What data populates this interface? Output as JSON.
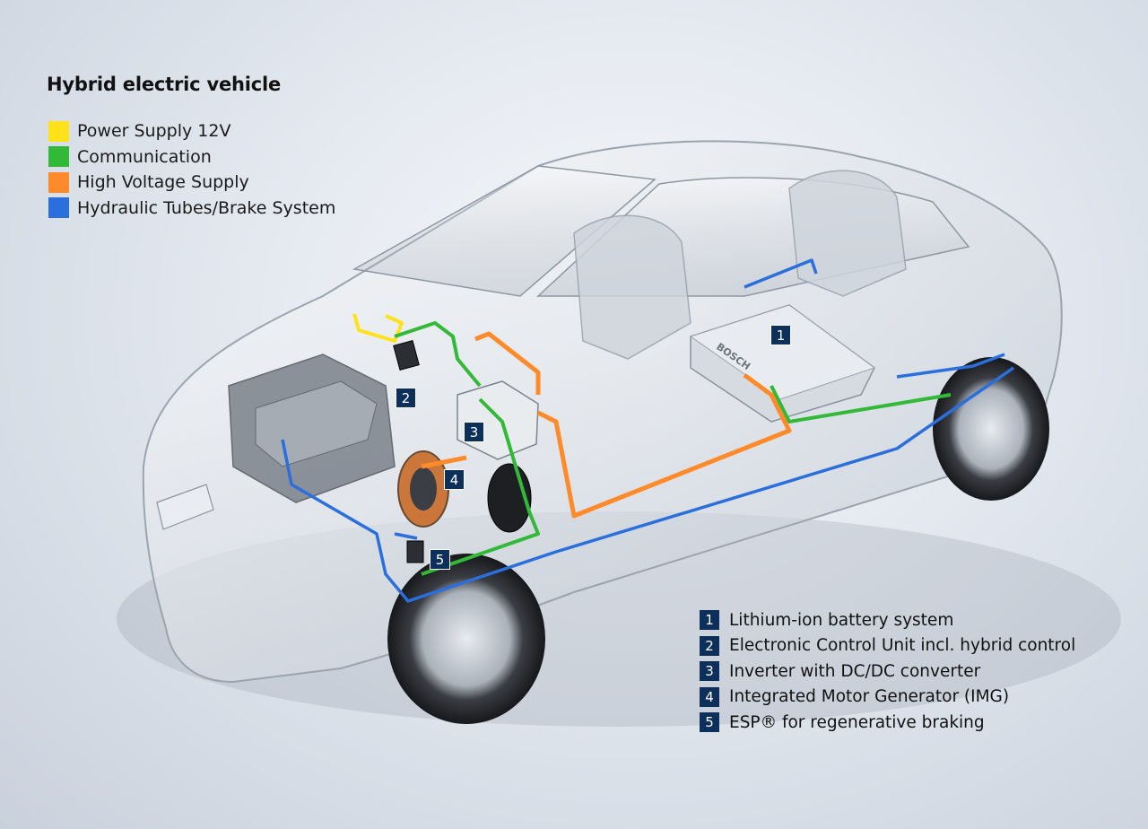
{
  "title": "Hybrid electric vehicle",
  "legend": [
    {
      "label": "Power Supply 12V",
      "color": "#ffe21a"
    },
    {
      "label": "Communication",
      "color": "#33b938"
    },
    {
      "label": "High Voltage Supply",
      "color": "#ff8a2a"
    },
    {
      "label": "Hydraulic Tubes/Brake System",
      "color": "#2a6fdc"
    }
  ],
  "components": [
    {
      "number": "1",
      "label": "Lithium-ion battery system"
    },
    {
      "number": "2",
      "label": "Electronic Control Unit incl. hybrid control"
    },
    {
      "number": "3",
      "label": "Inverter with DC/DC converter"
    },
    {
      "number": "4",
      "label": "Integrated Motor Generator (IMG)"
    },
    {
      "number": "5",
      "label": "ESP® for regenerative braking"
    }
  ],
  "battery_brand": "BOSCH",
  "callout_color": "#0d2f5c"
}
